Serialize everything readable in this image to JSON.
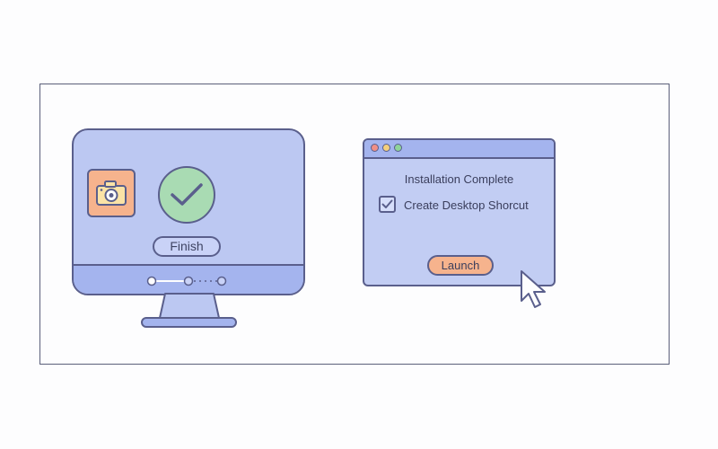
{
  "installer": {
    "finish_label": "Finish",
    "progress": {
      "steps": 3,
      "current_step": 2
    }
  },
  "dialog": {
    "title": "Installation Complete",
    "shortcut_label": "Create Desktop Shorcut",
    "shortcut_checked": true,
    "launch_label": "Launch"
  },
  "colors": {
    "outline": "#5a5f8c",
    "screen": "#bcc8f2",
    "accent_orange": "#f6b38d",
    "success_green": "#a9dbb3",
    "close_red": "#ef8f86",
    "minimize_yellow": "#f3cf7c",
    "maximize_green": "#8fd49a"
  },
  "icons": {
    "app": "camera-icon",
    "status": "checkmark-icon",
    "pointer": "mouse-cursor-icon"
  }
}
